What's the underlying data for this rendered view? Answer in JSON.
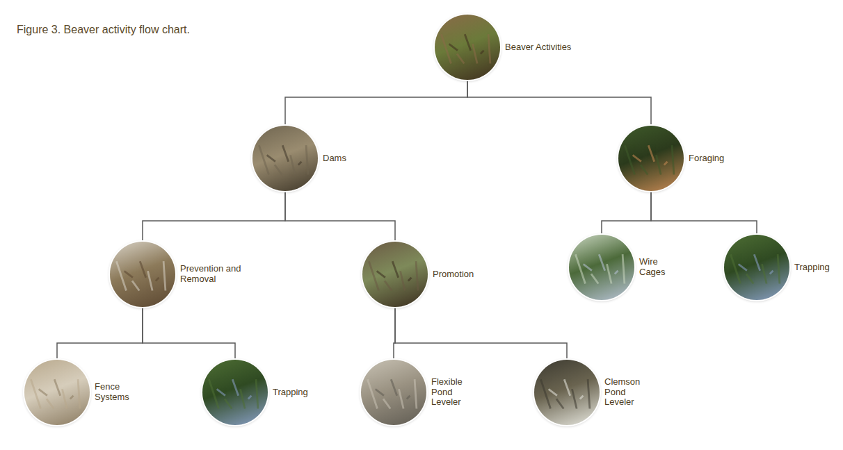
{
  "diagram": {
    "title": "Figure 3. Beaver activity flow chart.",
    "nodes": [
      {
        "text": [
          "Beaver Activities"
        ]
      },
      {
        "text": [
          "Dams"
        ]
      },
      {
        "text": [
          "Foraging"
        ]
      },
      {
        "text": [
          "Prevention and Removal"
        ]
      },
      {
        "text": [
          "Promotion"
        ]
      },
      {
        "text": [
          "Wire Cages"
        ]
      },
      {
        "text": [
          "Trapping"
        ]
      },
      {
        "text": [
          "Fence Systems"
        ]
      },
      {
        "text": [
          "Trapping"
        ]
      },
      {
        "text": [
          "Flexible Pond Leveler"
        ]
      },
      {
        "text": [
          "Clemson Pond Leveler"
        ]
      }
    ],
    "edges": [
      {
        "from": 0,
        "to": 1,
        "arrow": "none"
      },
      {
        "from": 0,
        "to": 2,
        "arrow": "none"
      },
      {
        "from": 1,
        "to": 3,
        "arrow": "none"
      },
      {
        "from": 1,
        "to": 4,
        "arrow": "none"
      },
      {
        "from": 2,
        "to": 5,
        "arrow": "none"
      },
      {
        "from": 2,
        "to": 6,
        "arrow": "none"
      },
      {
        "from": 3,
        "to": 7,
        "arrow": "none"
      },
      {
        "from": 3,
        "to": 8,
        "arrow": "none"
      },
      {
        "from": 4,
        "to": 9,
        "arrow": "none"
      },
      {
        "from": 4,
        "to": 10,
        "arrow": "none"
      }
    ]
  }
}
